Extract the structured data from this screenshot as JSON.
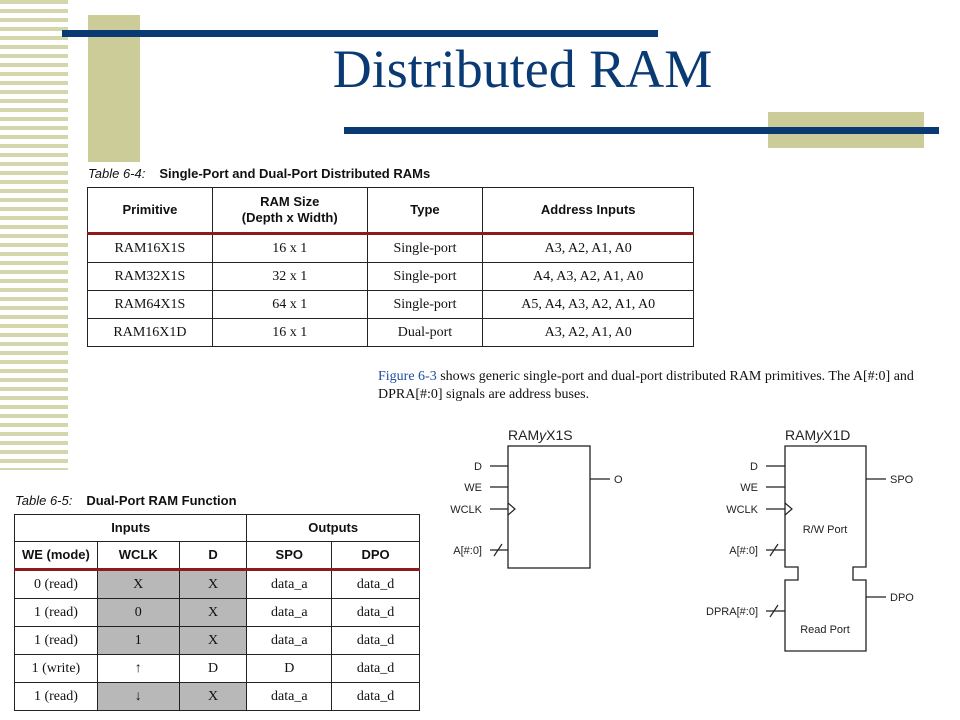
{
  "title": "Distributed RAM",
  "table64": {
    "number": "Table 6-4:",
    "caption": "Single-Port and Dual-Port Distributed RAMs",
    "headers": [
      "Primitive",
      "RAM Size\n(Depth x Width)",
      "Type",
      "Address Inputs"
    ],
    "rows": [
      [
        "RAM16X1S",
        "16 x 1",
        "Single-port",
        "A3, A2, A1, A0"
      ],
      [
        "RAM32X1S",
        "32 x 1",
        "Single-port",
        "A4, A3, A2, A1, A0"
      ],
      [
        "RAM64X1S",
        "64 x 1",
        "Single-port",
        "A5, A4, A3, A2, A1, A0"
      ],
      [
        "RAM16X1D",
        "16 x 1",
        "Dual-port",
        "A3, A2, A1, A0"
      ]
    ]
  },
  "paragraph": {
    "link": "Figure 6-3",
    "text": " shows generic single-port and dual-port distributed RAM primitives. The A[#:0] and DPRA[#:0] signals are address buses."
  },
  "table65": {
    "number": "Table 6-5:",
    "caption": "Dual-Port RAM Function",
    "group_headers": [
      "Inputs",
      "Outputs"
    ],
    "headers": [
      "WE (mode)",
      "WCLK",
      "D",
      "SPO",
      "DPO"
    ],
    "rows": [
      [
        "0 (read)",
        "X",
        "X",
        "data_a",
        "data_d"
      ],
      [
        "1 (read)",
        "0",
        "X",
        "data_a",
        "data_d"
      ],
      [
        "1 (read)",
        "1",
        "X",
        "data_a",
        "data_d"
      ],
      [
        "1 (write)",
        "↑",
        "D",
        "D",
        "data_d"
      ],
      [
        "1 (read)",
        "↓",
        "X",
        "data_a",
        "data_d"
      ]
    ],
    "shaded_rows": [
      true,
      true,
      true,
      false,
      true
    ]
  },
  "diagram": {
    "single": {
      "name_prefix": "RAM",
      "name_italic": "y",
      "name_suffix": "X1S",
      "inputs": [
        "D",
        "WE",
        "WCLK",
        "A[#:0]"
      ],
      "output": "O"
    },
    "dual": {
      "name_prefix": "RAM",
      "name_italic": "y",
      "name_suffix": "X1D",
      "inputs_top": [
        "D",
        "WE",
        "WCLK",
        "A[#:0]"
      ],
      "input_bottom": "DPRA[#:0]",
      "outputs": [
        "SPO",
        "DPO"
      ],
      "top_port_label": "R/W Port",
      "bottom_port_label": "Read Port"
    }
  }
}
